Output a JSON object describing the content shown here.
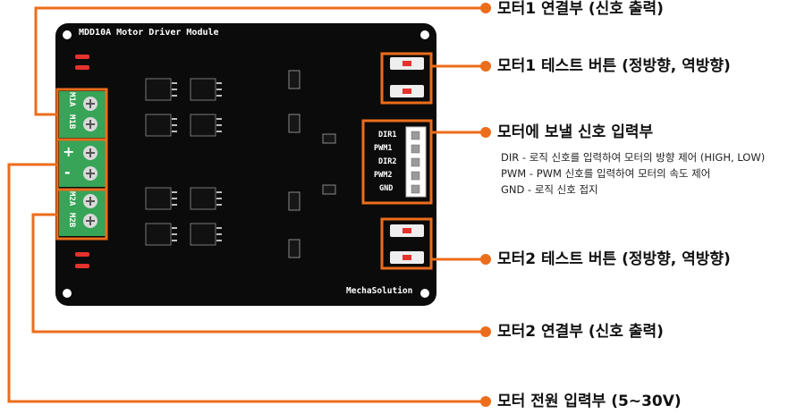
{
  "board": {
    "title": "MDD10A Motor Driver Module",
    "brand": "MechaSolution",
    "motor1_pins": [
      "M1A",
      "M1B"
    ],
    "power_signs": [
      "+",
      "-"
    ],
    "motor2_pins": [
      "M2A",
      "M2B"
    ],
    "header_pins": [
      "DIR1",
      "PWM1",
      "DIR2",
      "PWM2",
      "GND"
    ]
  },
  "callouts": {
    "motor1_output": "모터1 연결부 (신호 출력)",
    "motor1_test": "모터1 테스트 버튼 (정방향, 역방향)",
    "signal_input": "모터에 보낼 신호 입력부",
    "motor2_test": "모터2 테스트 버튼 (정방향, 역방향)",
    "motor2_output": "모터2 연결부 (신호 출력)",
    "power_input": "모터 전원 입력부 (5~30V)"
  },
  "signal_descriptions": [
    "DIR - 로직 신호를 입력하여 모터의 방향 제어 (HIGH, LOW)",
    "PWM - PWM 신호를 입력하여 모터의  속도 제어",
    "GND - 로직 신호 접지"
  ],
  "colors": {
    "accent": "#ec6d1b",
    "board": "#0b0b0b",
    "terminal": "#37a457",
    "led": "#e5322d"
  }
}
